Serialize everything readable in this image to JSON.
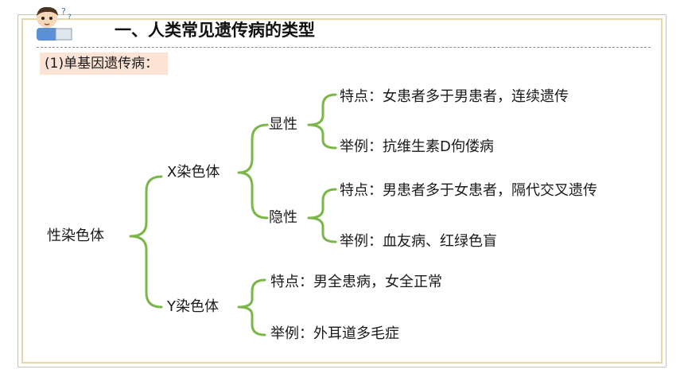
{
  "header": {
    "title": "一、人类常见遗传病的类型",
    "subtitle": "(1)单基因遗传病："
  },
  "tree": {
    "root": "性染色体",
    "x": {
      "label": "X染色体",
      "dominant": {
        "label": "显性",
        "feature": "特点：女患者多于男患者，连续遗传",
        "example": "举例：抗维生素D佝偻病"
      },
      "recessive": {
        "label": "隐性",
        "feature": "特点：男患者多于女患者，隔代交叉遗传",
        "example": "举例：血友病、红绿色盲"
      }
    },
    "y": {
      "label": "Y染色体",
      "feature": "特点：男全患病，女全正常",
      "example": "举例：外耳道多毛症"
    }
  },
  "colors": {
    "brace": "#7ab648",
    "subtitle_bg": "#fbe3d6",
    "frame_gold": "#e3d9a6"
  }
}
